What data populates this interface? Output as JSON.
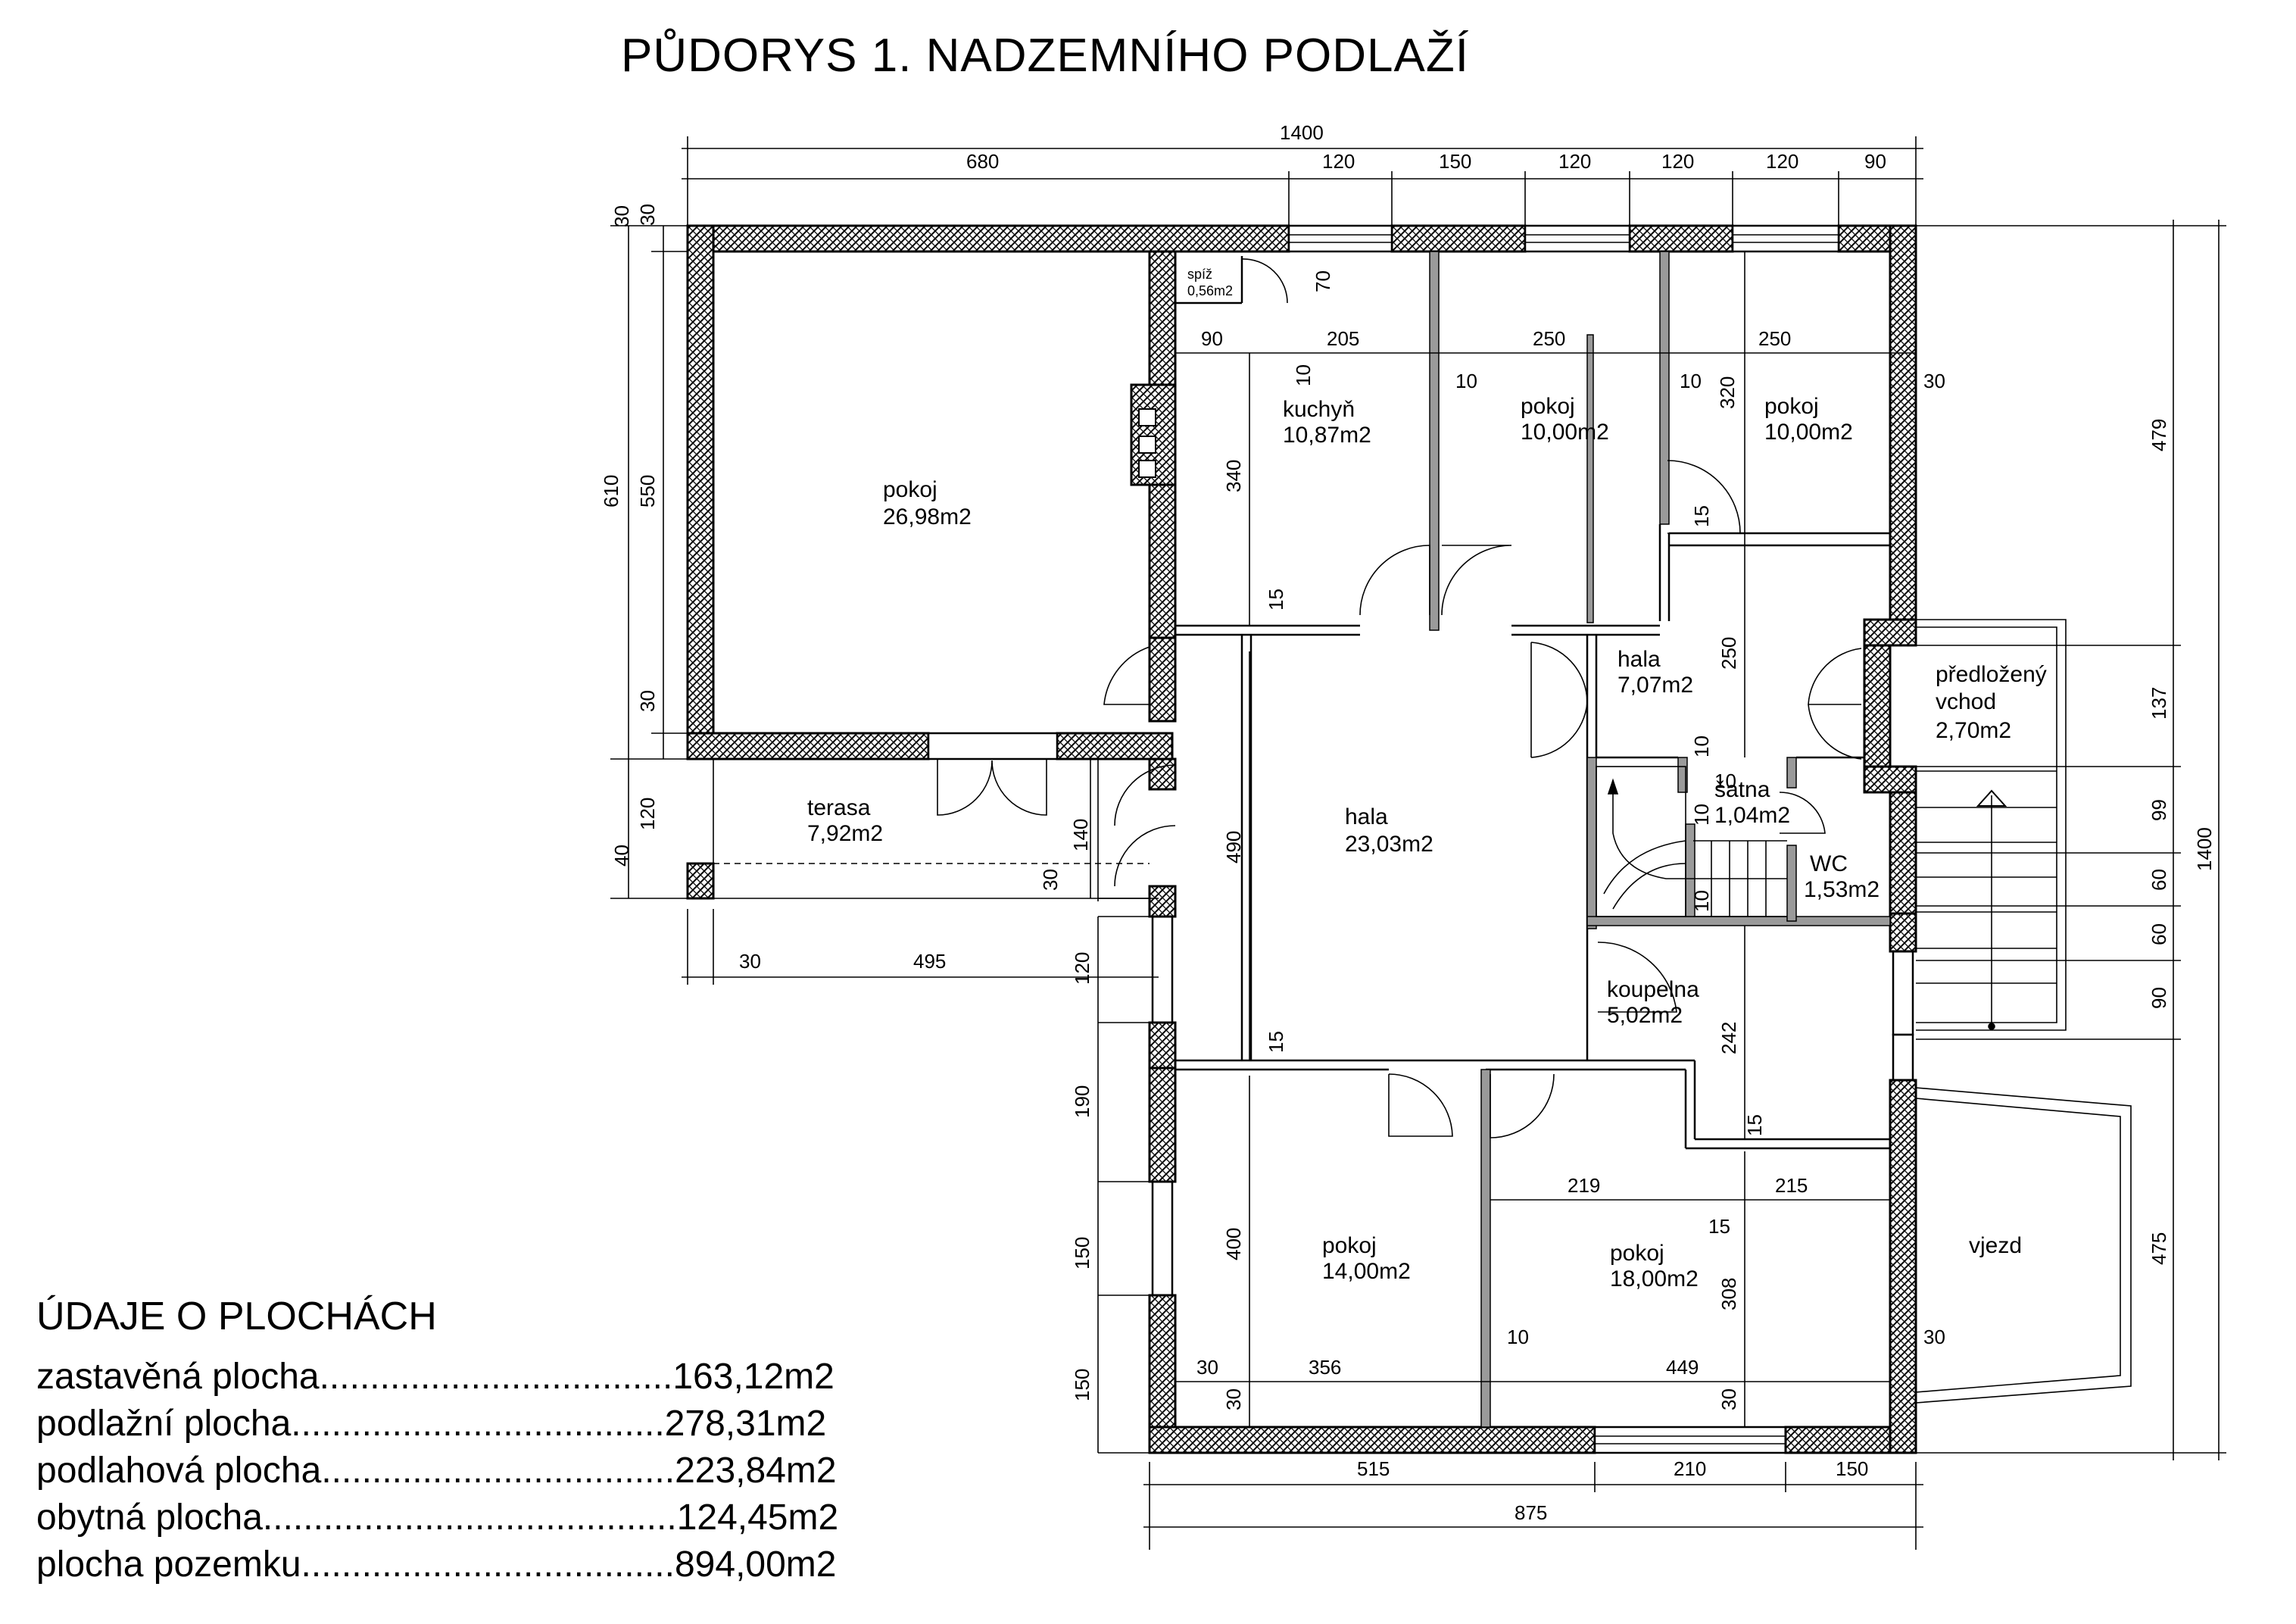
{
  "title": "PŮDORYS 1. NADZEMNÍHO PODLAŽÍ",
  "rooms": [
    {
      "id": "pokoj-big",
      "name": "pokoj",
      "area": "26,98m2"
    },
    {
      "id": "spiz",
      "name": "spíž",
      "area": "0,56m2"
    },
    {
      "id": "kuchyn",
      "name": "kuchyň",
      "area": "10,87m2"
    },
    {
      "id": "pokoj-2",
      "name": "pokoj",
      "area": "10,00m2"
    },
    {
      "id": "pokoj-3",
      "name": "pokoj",
      "area": "10,00m2"
    },
    {
      "id": "hala-small",
      "name": "hala",
      "area": "7,07m2"
    },
    {
      "id": "predlozeny-vchod",
      "name": "předložený",
      "name2": "vchod",
      "area": "2,70m2"
    },
    {
      "id": "terasa",
      "name": "terasa",
      "area": "7,92m2"
    },
    {
      "id": "hala-big",
      "name": "hala",
      "area": "23,03m2"
    },
    {
      "id": "satna",
      "name": "šatna",
      "area": "1,04m2"
    },
    {
      "id": "wc",
      "name": "WC",
      "area": "1,53m2"
    },
    {
      "id": "koupelna",
      "name": "koupelna",
      "area": "5,02m2"
    },
    {
      "id": "pokoj-14",
      "name": "pokoj",
      "area": "14,00m2"
    },
    {
      "id": "pokoj-18",
      "name": "pokoj",
      "area": "18,00m2"
    },
    {
      "id": "vjezd",
      "name": "vjezd",
      "area": ""
    }
  ],
  "dimensions": {
    "top_total": "1400",
    "top_segments": [
      "680",
      "120",
      "150",
      "120",
      "120",
      "120",
      "90"
    ],
    "inner_top": [
      "90",
      "205",
      "250",
      "250"
    ],
    "left_outer": "610",
    "left_inner": [
      "30",
      "550",
      "30"
    ],
    "left_lower": [
      "120",
      "40"
    ],
    "terrace_bottom": [
      "30",
      "495"
    ],
    "left_mid": [
      "120",
      "190",
      "150",
      "150"
    ],
    "bottom_segments": [
      "515",
      "210",
      "150"
    ],
    "bottom_total": "875",
    "right_total": "1400",
    "right_segments": [
      "479",
      "137",
      "99",
      "60",
      "60",
      "90",
      "475"
    ],
    "interior": {
      "d70": "70",
      "d10a": "10",
      "d10b": "10",
      "d10c": "10",
      "d30a": "30",
      "d320": "320",
      "d15a": "15",
      "d340": "340",
      "d15b": "15",
      "d250": "250",
      "d10d": "10",
      "d10e": "10",
      "d10f": "10",
      "d490": "490",
      "d140": "140",
      "d30b": "30",
      "d15c": "15",
      "d242": "242",
      "d15d": "15",
      "d15e": "15",
      "d219": "219",
      "d215": "215",
      "d400": "400",
      "d308": "308",
      "d30c": "30",
      "d356": "356",
      "d10g": "10",
      "d449": "449",
      "d30d": "30",
      "d30e": "30",
      "d30f": "30",
      "d30g": "30",
      "d10h": "10"
    }
  },
  "areas": {
    "heading": "ÚDAJE O PLOCHÁCH",
    "rows": [
      {
        "label": "zastavěná plocha",
        "dots": "...................................",
        "value": "163,12m2"
      },
      {
        "label": "podlažní plocha",
        "dots": ".....................................",
        "value": "278,31m2"
      },
      {
        "label": "podlahová plocha",
        "dots": "...................................",
        "value": "223,84m2"
      },
      {
        "label": "obytná plocha",
        "dots": ".........................................",
        "value": "124,45m2"
      },
      {
        "label": "plocha pozemku",
        "dots": ".....................................",
        "value": "894,00m2"
      }
    ]
  }
}
